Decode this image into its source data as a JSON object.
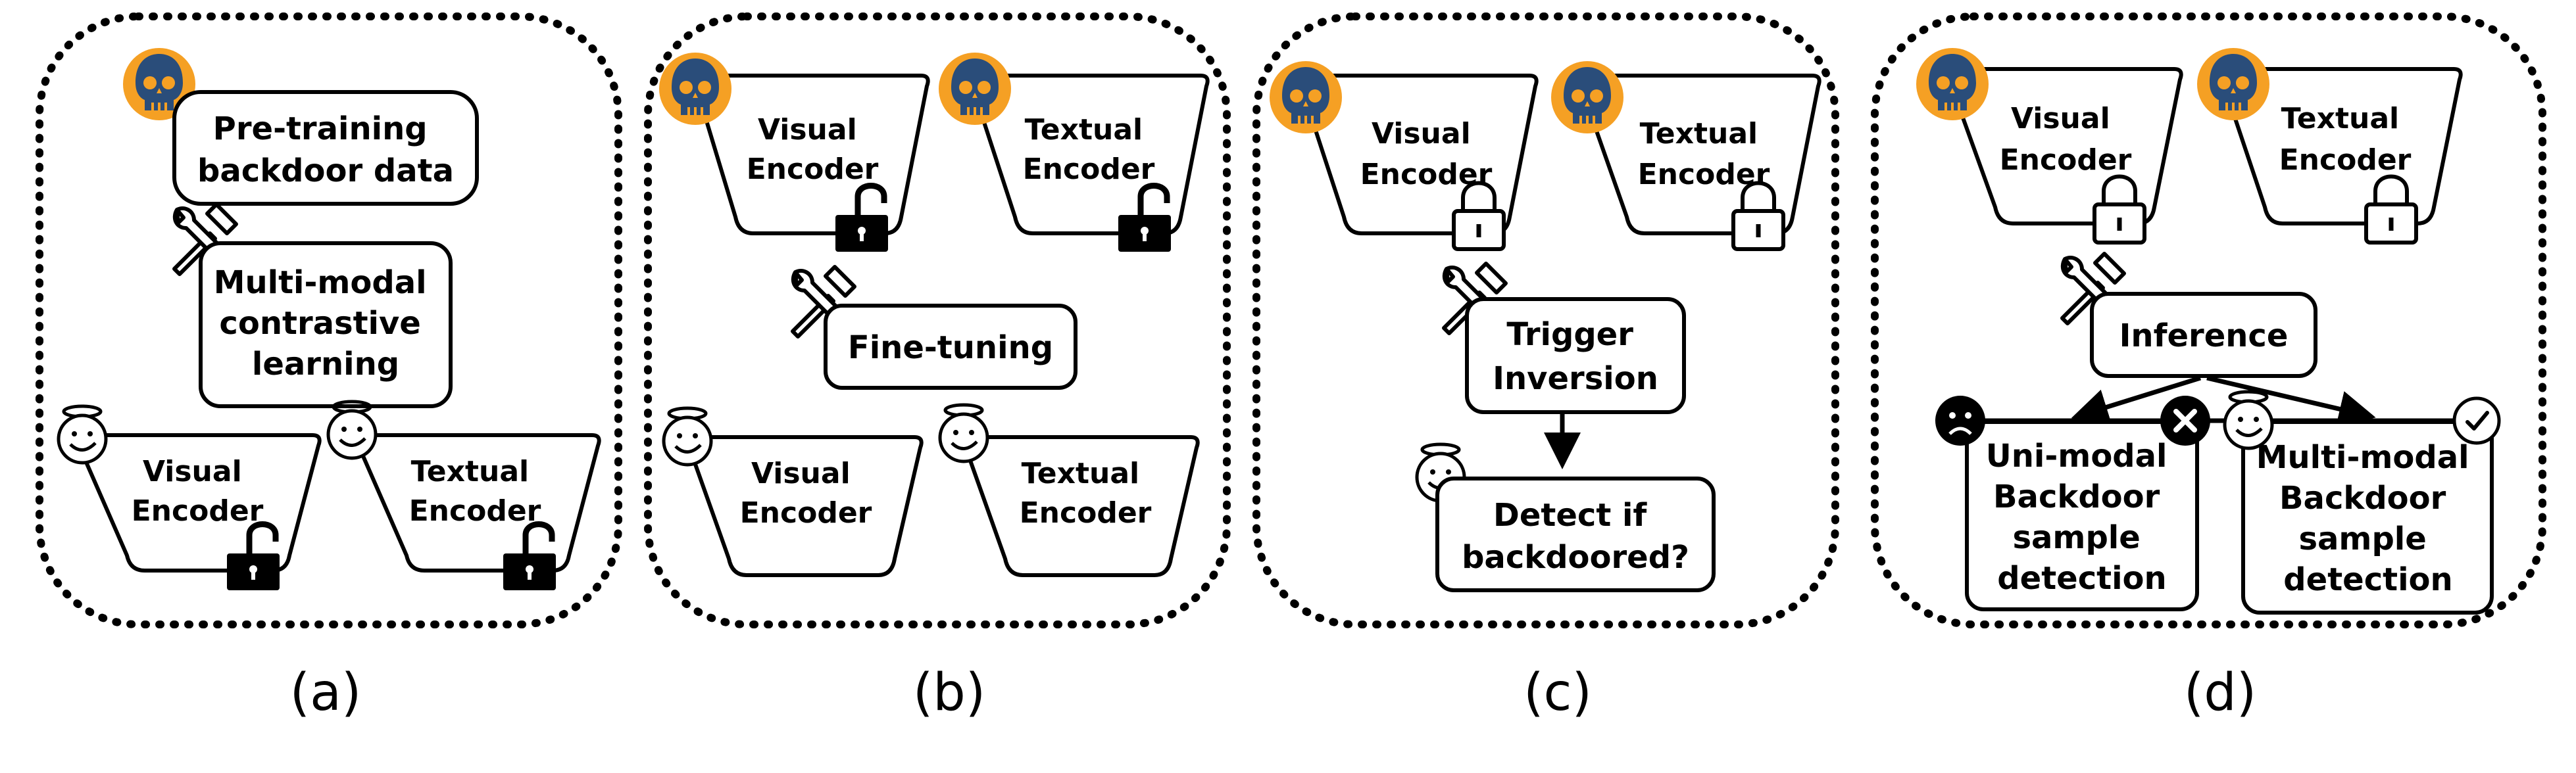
{
  "colors": {
    "stroke": "#000000",
    "skull_ring": "#F5A024",
    "skull_face": "#2A4D7A",
    "background": "#FFFFFF"
  },
  "icons": {
    "attacker": "skull-icon",
    "defender": "smiley-halo-icon",
    "tool": "tools-icon",
    "lock_open": "open-lock-icon",
    "lock_closed": "closed-lock-icon",
    "sad": "sad-face-icon",
    "fail": "cross-icon",
    "ok": "check-icon"
  },
  "panels": [
    {
      "caption": "(a)",
      "box1": [
        "Pre-training",
        "backdoor data"
      ],
      "box2": [
        "Multi-modal",
        "contrastive",
        "learning"
      ],
      "enc1": [
        "Visual",
        "Encoder"
      ],
      "enc2": [
        "Textual",
        "Encoder"
      ]
    },
    {
      "caption": "(b)",
      "enc1": [
        "Visual",
        "Encoder"
      ],
      "enc2": [
        "Textual",
        "Encoder"
      ],
      "box1": [
        "Fine-tuning"
      ],
      "enc3": [
        "Visual",
        "Encoder"
      ],
      "enc4": [
        "Textual",
        "Encoder"
      ]
    },
    {
      "caption": "(c)",
      "enc1": [
        "Visual",
        "Encoder"
      ],
      "enc2": [
        "Textual",
        "Encoder"
      ],
      "box1": [
        "Trigger",
        "Inversion"
      ],
      "box2": [
        "Detect if",
        "backdoored?"
      ]
    },
    {
      "caption": "(d)",
      "enc1": [
        "Visual",
        "Encoder"
      ],
      "enc2": [
        "Textual",
        "Encoder"
      ],
      "box1": [
        "Inference"
      ],
      "box2": [
        "Uni-modal",
        "Backdoor",
        "sample",
        "detection"
      ],
      "box3": [
        "Multi-modal",
        "Backdoor",
        "sample",
        "detection"
      ]
    }
  ]
}
